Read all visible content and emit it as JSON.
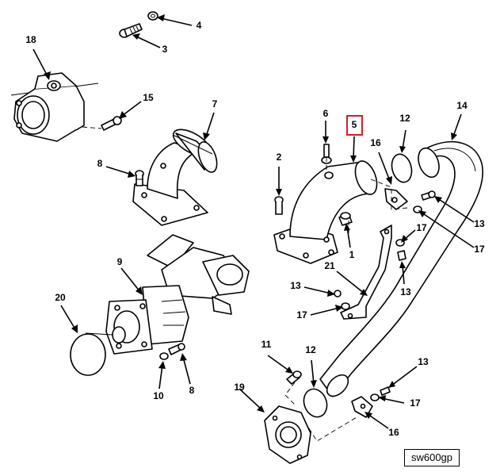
{
  "figure": {
    "code": "sw600gp",
    "highlighted_callout": "5",
    "highlight_color": "#e0191f"
  },
  "callouts": {
    "c1": "1",
    "c2": "2",
    "c3": "3",
    "c4": "4",
    "c5": "5",
    "c6": "6",
    "c7": "7",
    "c8a": "8",
    "c8b": "8",
    "c9": "9",
    "c10": "10",
    "c11": "11",
    "c12a": "12",
    "c12b": "12",
    "c13a": "13",
    "c13b": "13",
    "c13c": "13",
    "c13d": "13",
    "c14": "14",
    "c15": "15",
    "c16a": "16",
    "c16b": "16",
    "c17a": "17",
    "c17b": "17",
    "c17c": "17",
    "c17d": "17",
    "c18": "18",
    "c19": "19",
    "c20": "20",
    "c21": "21"
  }
}
